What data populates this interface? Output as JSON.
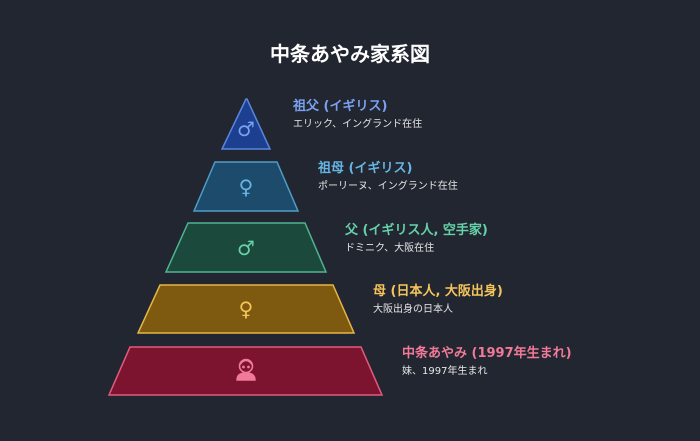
{
  "title": "中条あやみ家系図",
  "tiers": [
    {
      "name": "祖父 (イギリス)",
      "desc": "エリック、イングランド在住",
      "icon": "male-icon",
      "fill": "#1d3f8f",
      "stroke": "#5b86e0",
      "text_color": "#7aa2f0",
      "glyph": "♂"
    },
    {
      "name": "祖母 (イギリス)",
      "desc": "ポーリーヌ、イングランド在住",
      "icon": "female-icon",
      "fill": "#1c4b6c",
      "stroke": "#4f9cc9",
      "text_color": "#67b5e3",
      "glyph": "♀"
    },
    {
      "name": "父 (イギリス人, 空手家)",
      "desc": "ドミニク、大阪在住",
      "icon": "male-icon",
      "fill": "#1b4a3d",
      "stroke": "#4fb48f",
      "text_color": "#66d1a8",
      "glyph": "♂"
    },
    {
      "name": "母 (日本人, 大阪出身)",
      "desc": "大阪出身の日本人",
      "icon": "female-icon",
      "fill": "#7d5a10",
      "stroke": "#e7b546",
      "text_color": "#f5c45a",
      "glyph": "♀"
    },
    {
      "name": "中条あやみ (1997年生まれ)",
      "desc": "妹、1997年生まれ",
      "icon": "girl-face-icon",
      "fill": "#7c1430",
      "stroke": "#e25b7d",
      "text_color": "#f07a97",
      "glyph": "👧"
    }
  ]
}
